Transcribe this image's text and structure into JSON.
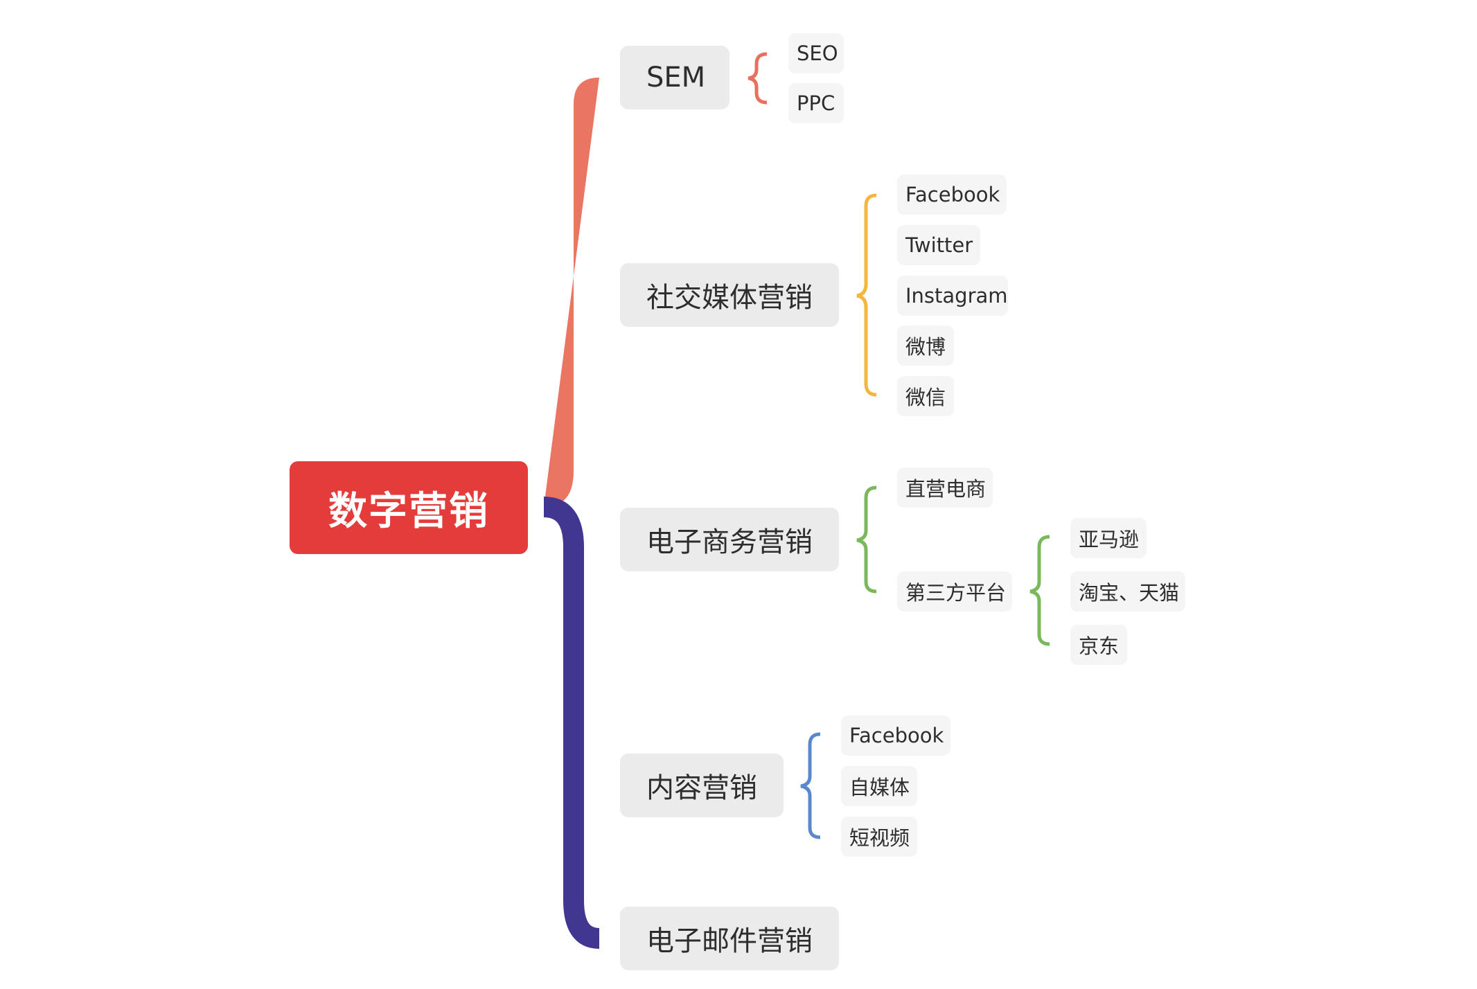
{
  "root": {
    "label": "数字营销"
  },
  "topics": [
    {
      "label": "SEM",
      "children": [
        "SEO",
        "PPC"
      ]
    },
    {
      "label": "社交媒体营销",
      "children": [
        "Facebook",
        "Twitter",
        "Instagram",
        "微博",
        "微信"
      ]
    },
    {
      "label": "电子商务营销",
      "children": [
        "直营电商",
        "第三方平台"
      ],
      "grandchildren": [
        "亚马逊",
        "淘宝、天猫",
        "京东"
      ]
    },
    {
      "label": "内容营销",
      "children": [
        "Facebook",
        "自媒体",
        "短视频"
      ]
    },
    {
      "label": "电子邮件营销",
      "children": []
    }
  ],
  "colors": {
    "root": "#e33c3a",
    "upper_bracket": "#ea7562",
    "lower_bracket": "#413791",
    "sem_bracket": "#e8705e",
    "social_bracket": "#f4b63f",
    "ecommerce_bracket": "#79b95b",
    "content_bracket": "#5a88cc"
  }
}
